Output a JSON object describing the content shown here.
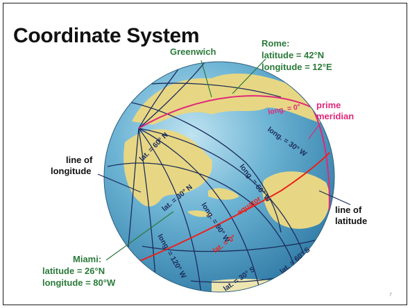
{
  "slide": {
    "title": "Coordinate System",
    "page_number": "7"
  },
  "labels": {
    "greenwich": "Greenwich",
    "rome_name": "Rome:",
    "rome_lat": "latitude = 42°N",
    "rome_long": "longitude = 12°E",
    "prime_meridian_1": "prime",
    "prime_meridian_2": "meridian",
    "line_of_longitude_1": "line of",
    "line_of_longitude_2": "longitude",
    "line_of_latitude_1": "line of",
    "line_of_latitude_2": "latitude",
    "miami_name": "Miami:",
    "miami_lat": "latitude = 26°N",
    "miami_long": "longitude = 80°W"
  },
  "globe_labels": {
    "long_0": "long. = 0°",
    "long_30w": "long. = 30° W",
    "long_60w": "long. = 60° W",
    "long_90w": "long. = 90° W",
    "long_120w": "long. = 120° W",
    "lat_60n": "lat. = 60° N",
    "lat_30n": "lat. = 30° N",
    "lat_0": "lat. = 0°",
    "lat_30s": "lat. = 30° S",
    "lat_60s": "lat. = 60° S",
    "equator": "equator"
  },
  "colors": {
    "ocean": "#5aa7c9",
    "land": "#e8d88a",
    "grid": "#1c2c5a",
    "prime_meridian": "#e0287a",
    "equator": "#e8221c",
    "callout_green": "#2b7a3a"
  }
}
